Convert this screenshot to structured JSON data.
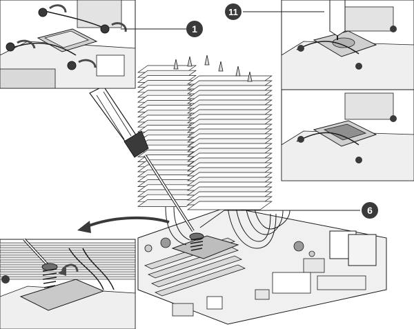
{
  "steps": {
    "remove_screws": "1",
    "remove_old_paste": "11",
    "fasten_screws": "6"
  },
  "colors": {
    "line": "#1a1a1a",
    "badge": "#3a3a3a",
    "shade_light": "#d9d9d9",
    "shade_mid": "#b3b3b3",
    "shade_dark": "#6f6f6f",
    "paper": "#ffffff"
  },
  "icons": {
    "rotation_arrow": "curved-arrow-icon",
    "tool": "screwdriver-icon",
    "compound": "paste-syringe-icon"
  }
}
